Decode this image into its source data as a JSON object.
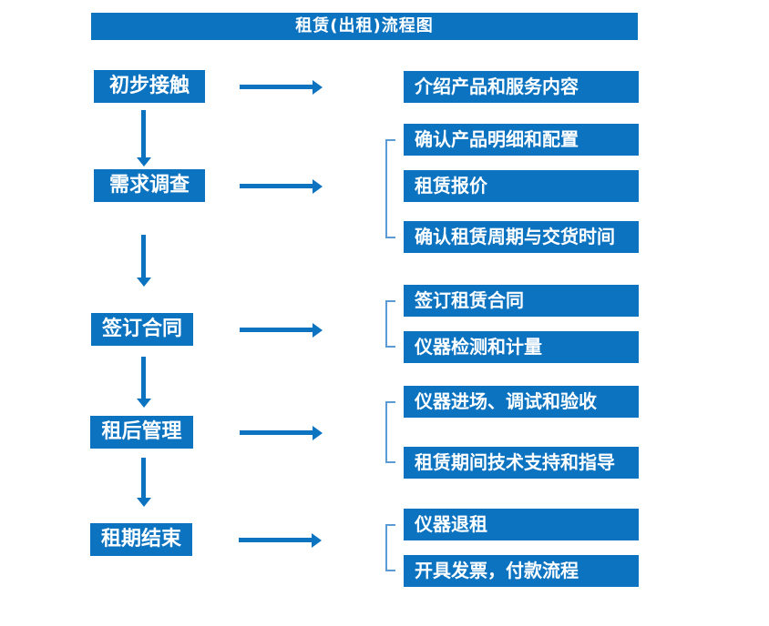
{
  "title": "租赁(出租)流程图",
  "theme": {
    "box_color": "#0c73c1",
    "bracket_color": "#5b9bd5",
    "text_color": "#ffffff",
    "canvas_color": "#ffffff"
  },
  "steps": [
    {
      "label": "初步接触",
      "details": [
        "介绍产品和服务内容"
      ]
    },
    {
      "label": "需求调查",
      "details": [
        "确认产品明细和配置",
        "租赁报价",
        "确认租赁周期与交货时间"
      ]
    },
    {
      "label": "签订合同",
      "details": [
        "签订租赁合同",
        "仪器检测和计量"
      ]
    },
    {
      "label": "租后管理",
      "details": [
        "仪器进场、调试和验收",
        "租赁期间技术支持和指导"
      ]
    },
    {
      "label": "租期结束",
      "details": [
        "仪器退租",
        "开具发票，付款流程"
      ]
    }
  ]
}
